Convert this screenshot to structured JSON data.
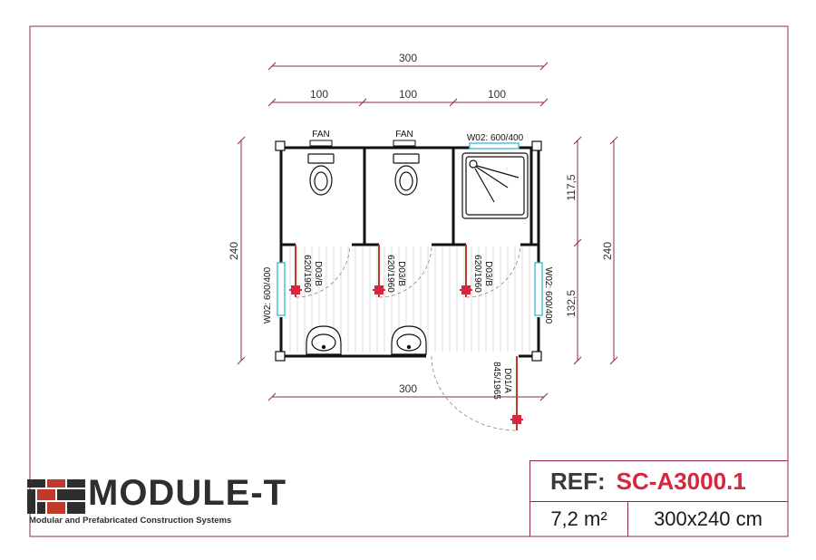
{
  "dimensions": {
    "overall_width": "300",
    "module_widths": [
      "100",
      "100",
      "100"
    ],
    "bottom_width": "300",
    "height_left": "240",
    "height_right": "240",
    "segment_upper": "117,5",
    "segment_lower": "132,5"
  },
  "labels": {
    "fan_1": "FAN",
    "fan_2": "FAN",
    "window_top": "W02: 600/400",
    "window_left": "W02: 600/400",
    "window_right": "W02: 600/400",
    "door_1_code": "D03/B",
    "door_1_size": "620/1960",
    "door_2_code": "D03/B",
    "door_2_size": "620/1960",
    "door_3_code": "D03/B",
    "door_3_size": "620/1960",
    "entry_door_code": "D01/A",
    "entry_door_size": "845/1965"
  },
  "brand": {
    "name": "MODULE-T",
    "tagline": "Modular and Prefabricated Construction Systems"
  },
  "title_block": {
    "ref_label": "REF:",
    "ref_value": "SC-A3000.1",
    "area": "7,2 m²",
    "size": "300x240 cm"
  },
  "colors": {
    "frame": "#8b2c3c",
    "accent_red": "#d7263d",
    "door_red": "#c0392b",
    "window_cyan": "#4fc3d9",
    "wall": "#111111"
  }
}
